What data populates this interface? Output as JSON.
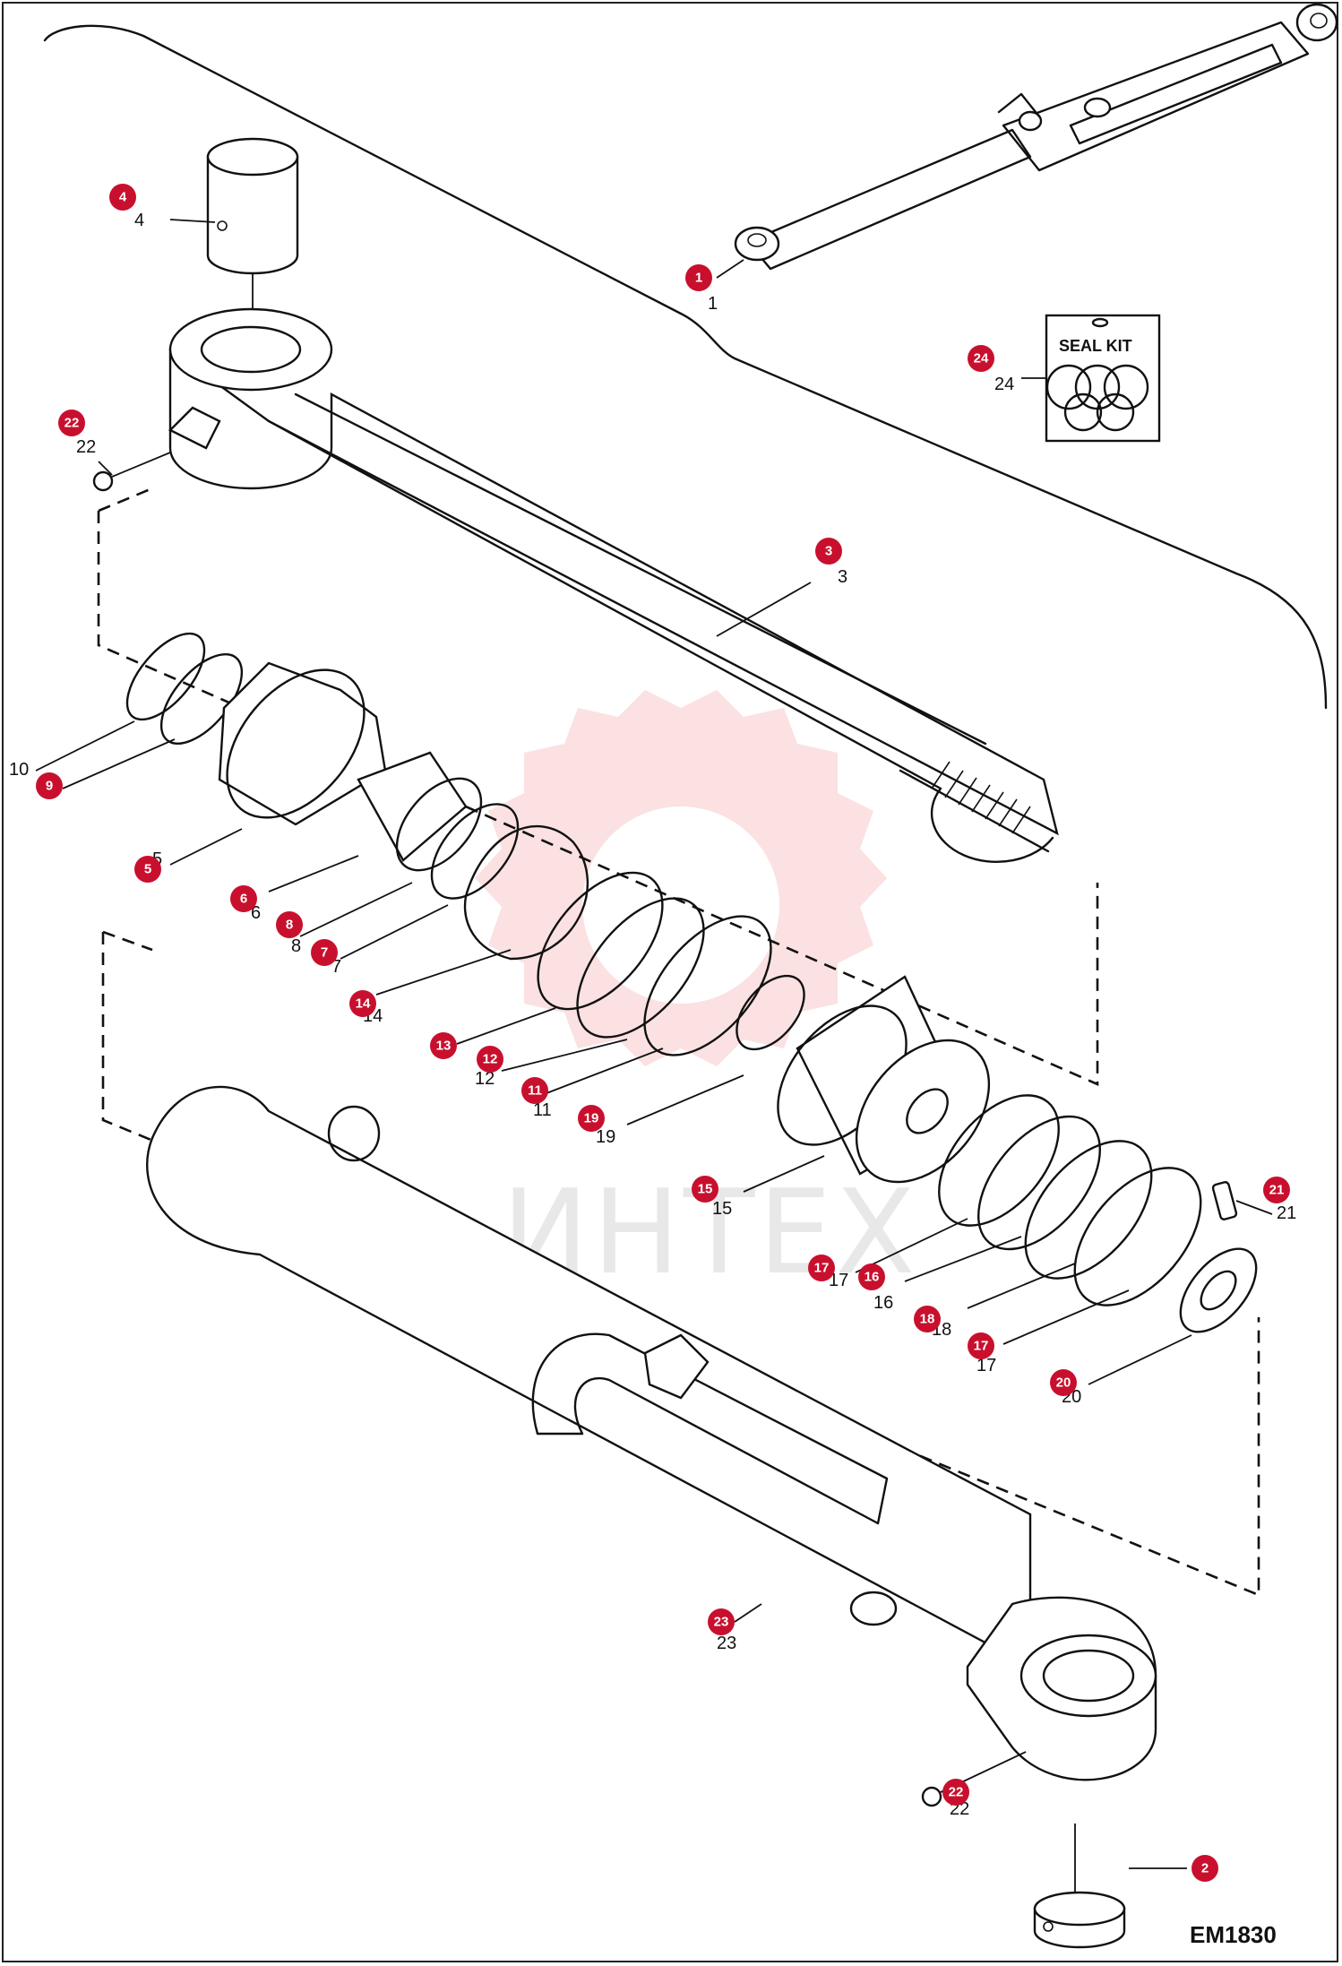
{
  "diagram": {
    "code": "EM1830",
    "watermark": "ИНТЕХ",
    "seal_kit_label": "SEAL KIT"
  },
  "callouts": [
    {
      "id": "1",
      "text": "1"
    },
    {
      "id": "2",
      "text": "2"
    },
    {
      "id": "3",
      "text": "3"
    },
    {
      "id": "4",
      "text": "4"
    },
    {
      "id": "5",
      "text": "5"
    },
    {
      "id": "6",
      "text": "6"
    },
    {
      "id": "7",
      "text": "7"
    },
    {
      "id": "8",
      "text": "8"
    },
    {
      "id": "9",
      "text": "9"
    },
    {
      "id": "10",
      "text": "10"
    },
    {
      "id": "11",
      "text": "11"
    },
    {
      "id": "12",
      "text": "12"
    },
    {
      "id": "13",
      "text": "13"
    },
    {
      "id": "14",
      "text": "14"
    },
    {
      "id": "15",
      "text": "15"
    },
    {
      "id": "16",
      "text": "16"
    },
    {
      "id": "17",
      "text": "17"
    },
    {
      "id": "18",
      "text": "18"
    },
    {
      "id": "19",
      "text": "19"
    },
    {
      "id": "20",
      "text": "20"
    },
    {
      "id": "21",
      "text": "21"
    },
    {
      "id": "22",
      "text": "22"
    },
    {
      "id": "23",
      "text": "23"
    },
    {
      "id": "24",
      "text": "24"
    }
  ]
}
